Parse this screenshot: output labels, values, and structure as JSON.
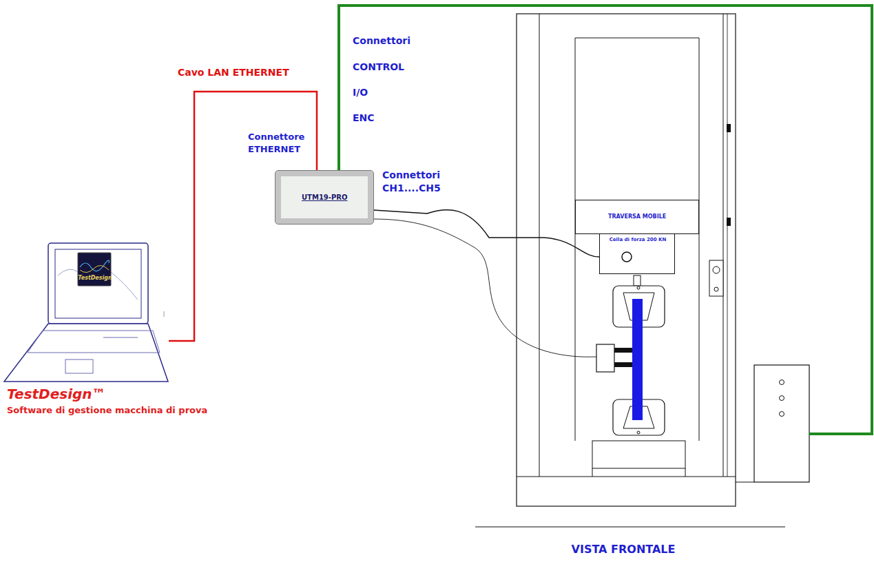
{
  "diagram": {
    "nodes": [
      {
        "text": [
          "TestDesign",
          "TestDesign™",
          "Software di gestione macchina di prova"
        ]
      },
      {
        "text": [
          "UTM19-PRO"
        ]
      },
      {
        "text": [
          "VISTA FRONTALE"
        ]
      },
      {
        "text": [
          "TRAVERSA MOBILE"
        ],
        "in": 2
      },
      {
        "text": [
          "Cella di forza 200 KN"
        ],
        "in": 2
      }
    ],
    "edges": [
      {
        "from": 0,
        "to": 1,
        "arrow": "none",
        "label": "Cavo LAN ETHERNET"
      },
      {
        "from": 1,
        "to": 2,
        "arrow": "none"
      },
      {
        "from": 1,
        "to": 4,
        "arrow": "none"
      }
    ],
    "labels": [
      "Connettori",
      "CONTROL",
      "I/O",
      "ENC",
      "Connettore ETHERNET",
      "Connettori CH1....CH5"
    ]
  }
}
